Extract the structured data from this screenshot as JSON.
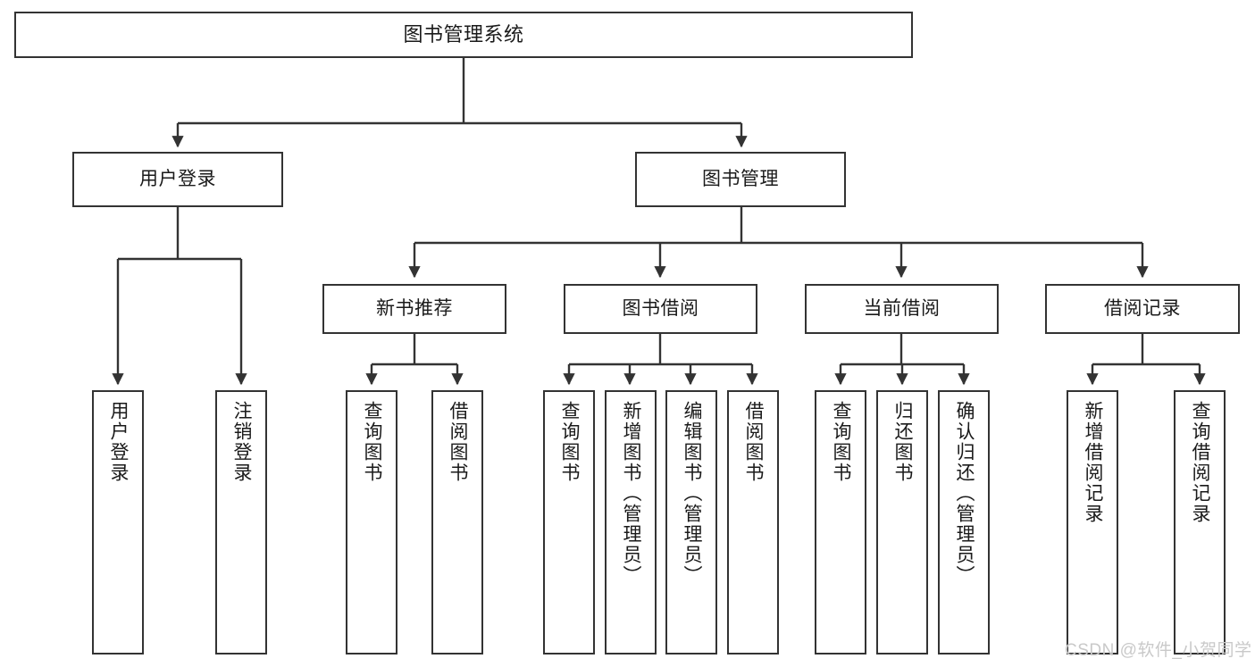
{
  "diagram": {
    "title": "图书管理系统",
    "watermark": "CSDN @软件_小贺同学",
    "colors": {
      "box_border": "#333333",
      "box_fill": "#ffffff",
      "edge": "#333333",
      "text": "#1a1a1a",
      "watermark": "#c9c9c9",
      "background": "#ffffff"
    },
    "nodes": {
      "root": {
        "label": "图书管理系统"
      },
      "level2": [
        {
          "id": "user-login",
          "label": "用户登录"
        },
        {
          "id": "book-management",
          "label": "图书管理"
        }
      ],
      "level3": [
        {
          "id": "new-book-recommend",
          "label": "新书推荐"
        },
        {
          "id": "book-borrow",
          "label": "图书借阅"
        },
        {
          "id": "current-borrow",
          "label": "当前借阅"
        },
        {
          "id": "borrow-record",
          "label": "借阅记录"
        }
      ],
      "leaves_user_login": [
        {
          "id": "leaf-user-login",
          "label": "用户登录"
        },
        {
          "id": "leaf-user-logout",
          "label": "注销登录"
        }
      ],
      "leaves_new_book": [
        {
          "id": "leaf-query-book-1",
          "label": "查询图书"
        },
        {
          "id": "leaf-borrow-book-1",
          "label": "借阅图书"
        }
      ],
      "leaves_book_borrow": [
        {
          "id": "leaf-query-book-2",
          "label": "查询图书"
        },
        {
          "id": "leaf-add-book",
          "label": "新增图书（管理员）"
        },
        {
          "id": "leaf-edit-book",
          "label": "编辑图书（管理员）"
        },
        {
          "id": "leaf-borrow-book-2",
          "label": "借阅图书"
        }
      ],
      "leaves_current_borrow": [
        {
          "id": "leaf-query-book-3",
          "label": "查询图书"
        },
        {
          "id": "leaf-return-book",
          "label": "归还图书"
        },
        {
          "id": "leaf-confirm-return",
          "label": "确认归还（管理员）"
        }
      ],
      "leaves_borrow_record": [
        {
          "id": "leaf-add-record",
          "label": "新增借阅记录"
        },
        {
          "id": "leaf-query-record",
          "label": "查询借阅记录"
        }
      ]
    }
  }
}
